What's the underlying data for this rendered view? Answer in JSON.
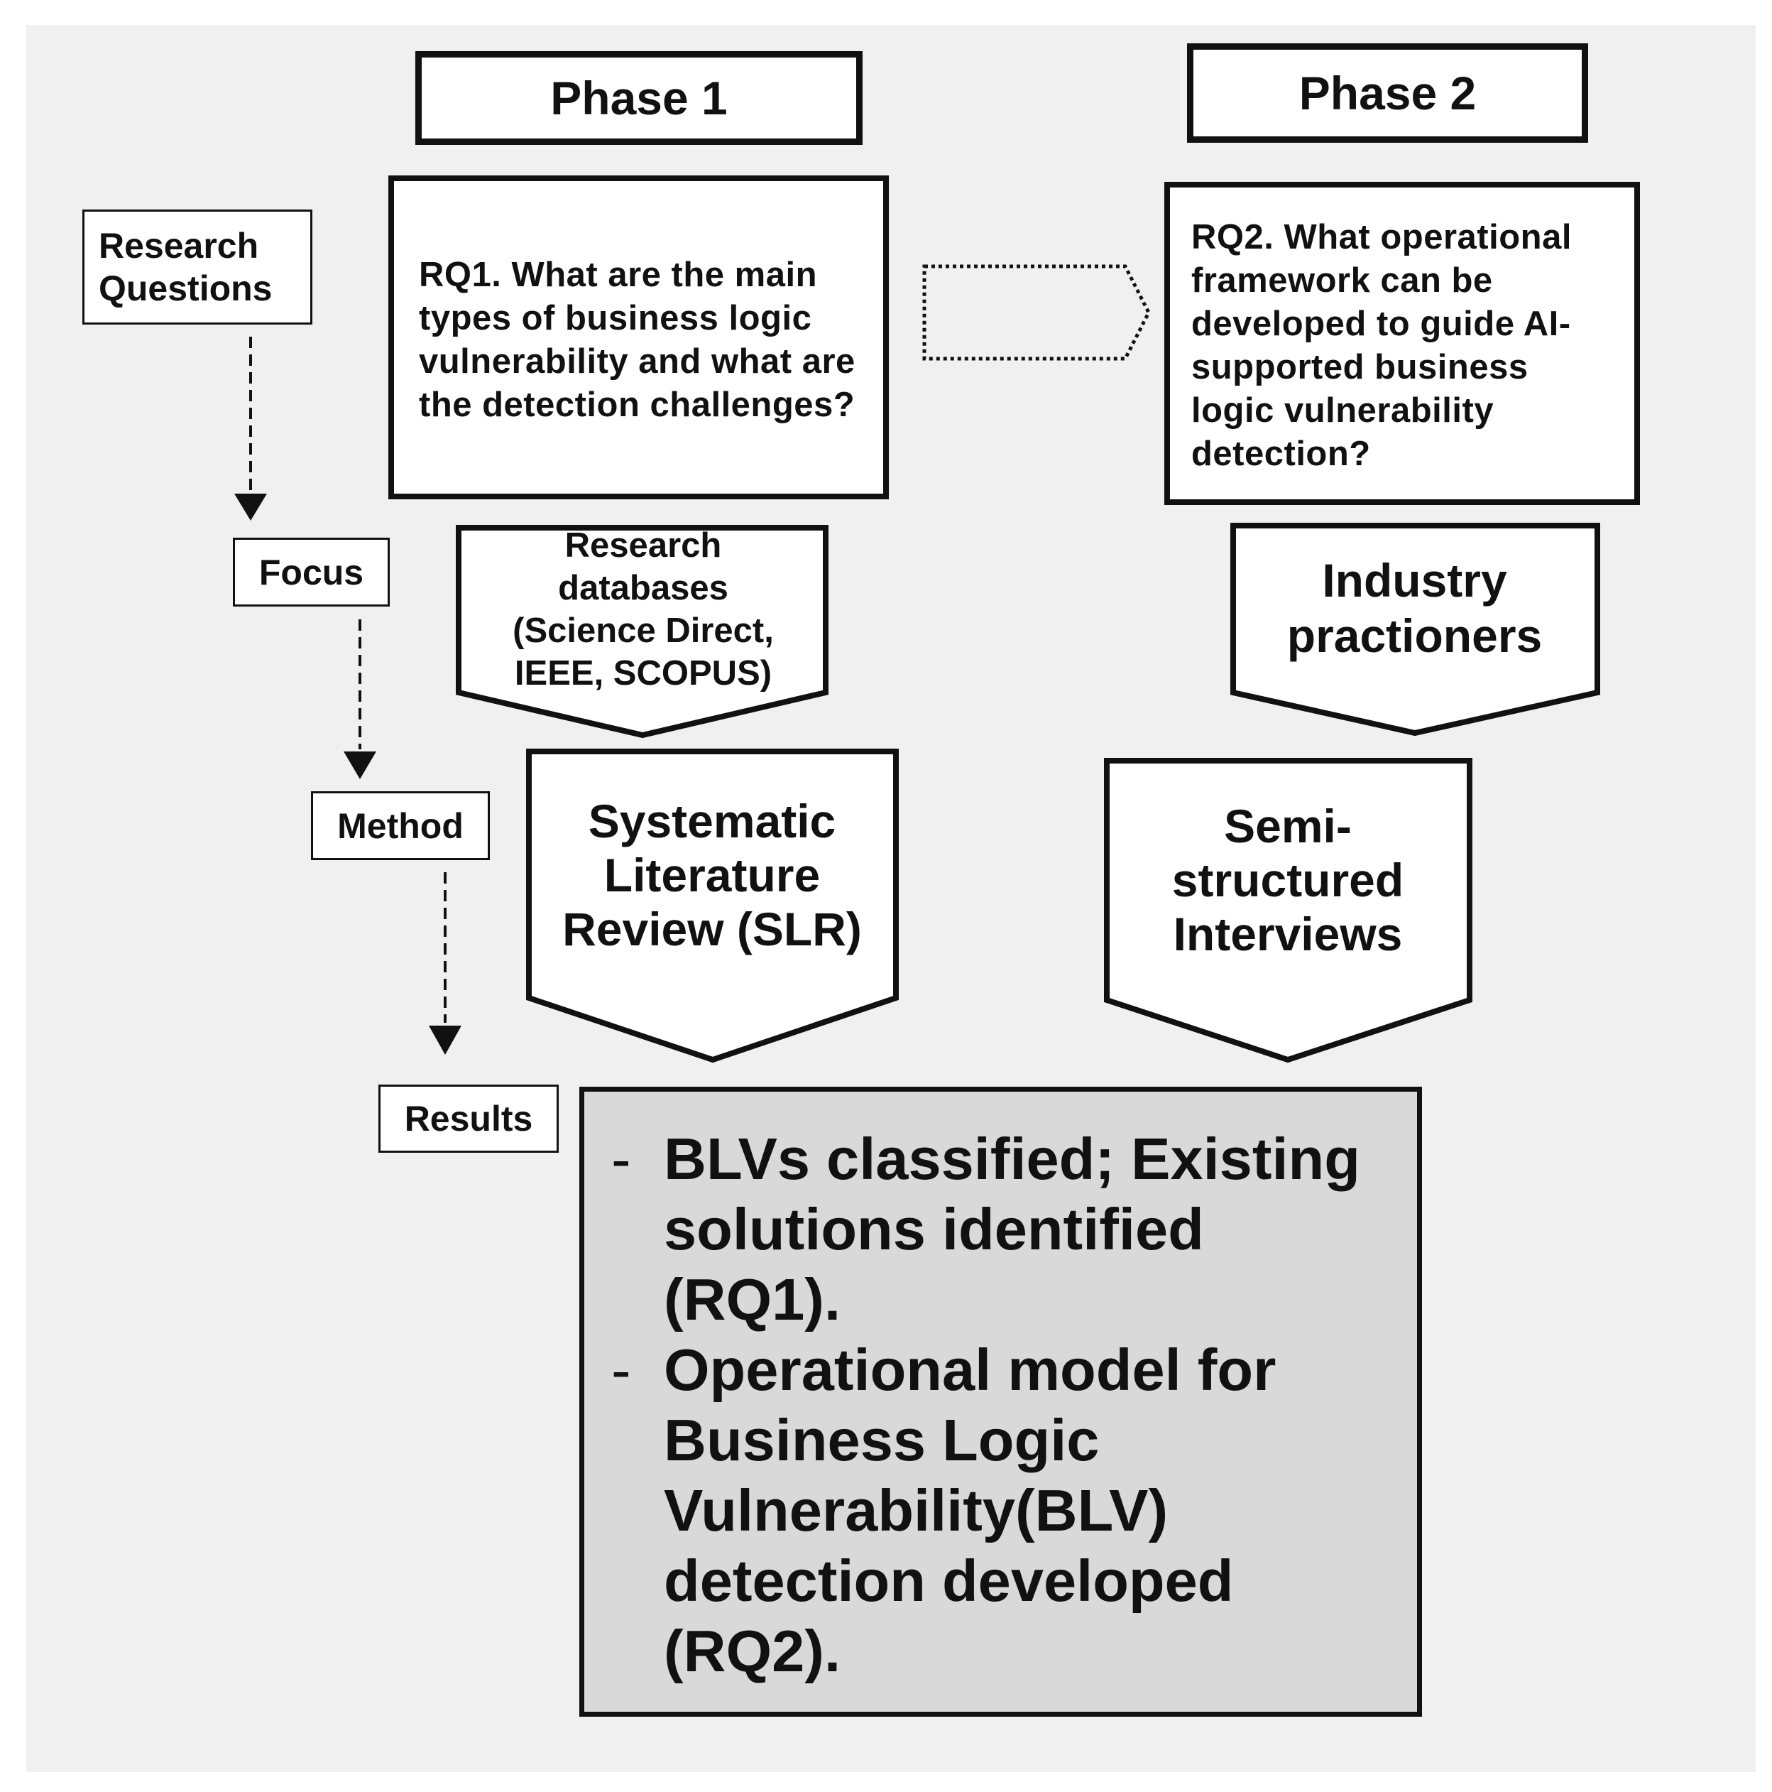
{
  "row_labels": {
    "research_questions": "Research Questions",
    "focus": "Focus",
    "method": "Method",
    "results": "Results"
  },
  "phase1": {
    "title": "Phase 1",
    "question": "RQ1. What are the main types of business logic vulnerability and what are the detection challenges?",
    "focus": "Research databases (Science Direct, IEEE, SCOPUS)",
    "method": "Systematic Literature Review (SLR)"
  },
  "phase2": {
    "title": "Phase 2",
    "question": "RQ2. What operational framework can be developed to guide AI-supported business logic vulnerability detection?",
    "focus": "Industry practioners",
    "method": "Semi-structured Interviews"
  },
  "results": {
    "items": [
      "BLVs classified; Existing solutions identified (RQ1).",
      "Operational model for Business Logic Vulnerability(BLV) detection developed (RQ2)."
    ],
    "bullet": "-"
  },
  "colors": {
    "background": "#f0f0f0",
    "box_fill": "#ffffff",
    "results_fill": "#d9d9d9",
    "stroke": "#111111"
  }
}
